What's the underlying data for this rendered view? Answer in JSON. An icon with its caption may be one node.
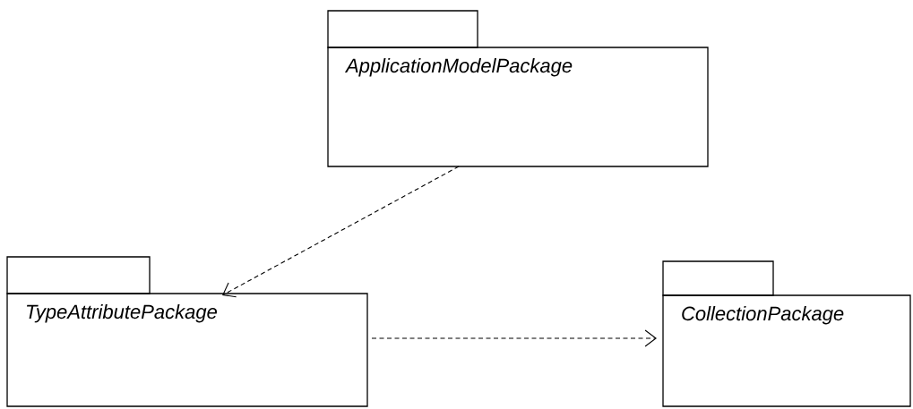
{
  "diagram": {
    "nodes": [
      {
        "text": [
          "ApplicationModelPackage"
        ]
      },
      {
        "text": [
          "TypeAttributePackage"
        ]
      },
      {
        "text": [
          "CollectionPackage"
        ]
      }
    ],
    "edges": [
      {
        "from": 0,
        "to": 1,
        "arrow": "to",
        "style": "dashed"
      },
      {
        "from": 1,
        "to": 2,
        "arrow": "to",
        "style": "dashed"
      }
    ]
  }
}
